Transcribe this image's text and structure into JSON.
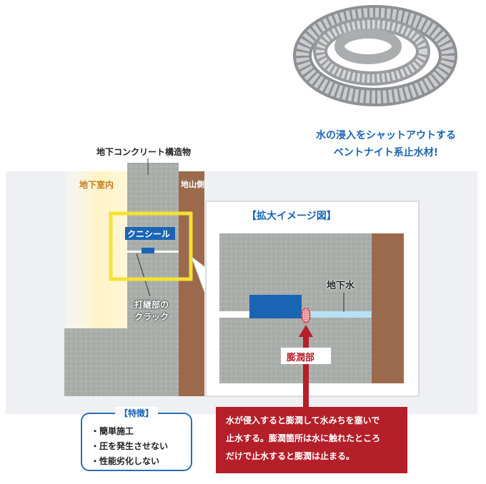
{
  "product": {
    "caption_line1": "水の浸入をシャットアウトする",
    "caption_line2": "ベントナイト系止水材!"
  },
  "diagram": {
    "structure_label": "地下コンクリート構造物",
    "indoor_label": "地下室内",
    "ground_label": "地山側",
    "sealant_label": "クニシール",
    "crack_label_line1": "打継部の",
    "crack_label_line2": "クラック",
    "zoom_title": "【拡大イメージ図】",
    "groundwater_label": "地下水",
    "swelling_label": "膨潤部"
  },
  "features": {
    "title": "【特徴】",
    "items": [
      "・簡単施工",
      "・圧を発生させない",
      "・性能劣化しない"
    ]
  },
  "explanation": {
    "lines": [
      "水が侵入すると膨潤して水みちを塞いで",
      "止水する。膨潤箇所は水に触れたところ",
      "だけで止水すると膨潤は止まる。"
    ]
  },
  "colors": {
    "accent_blue": "#1a64b4",
    "red": "#b51f2a",
    "concrete": "#a9aeab",
    "soil": "#9b6a4c",
    "highlight": "#f3e233"
  }
}
